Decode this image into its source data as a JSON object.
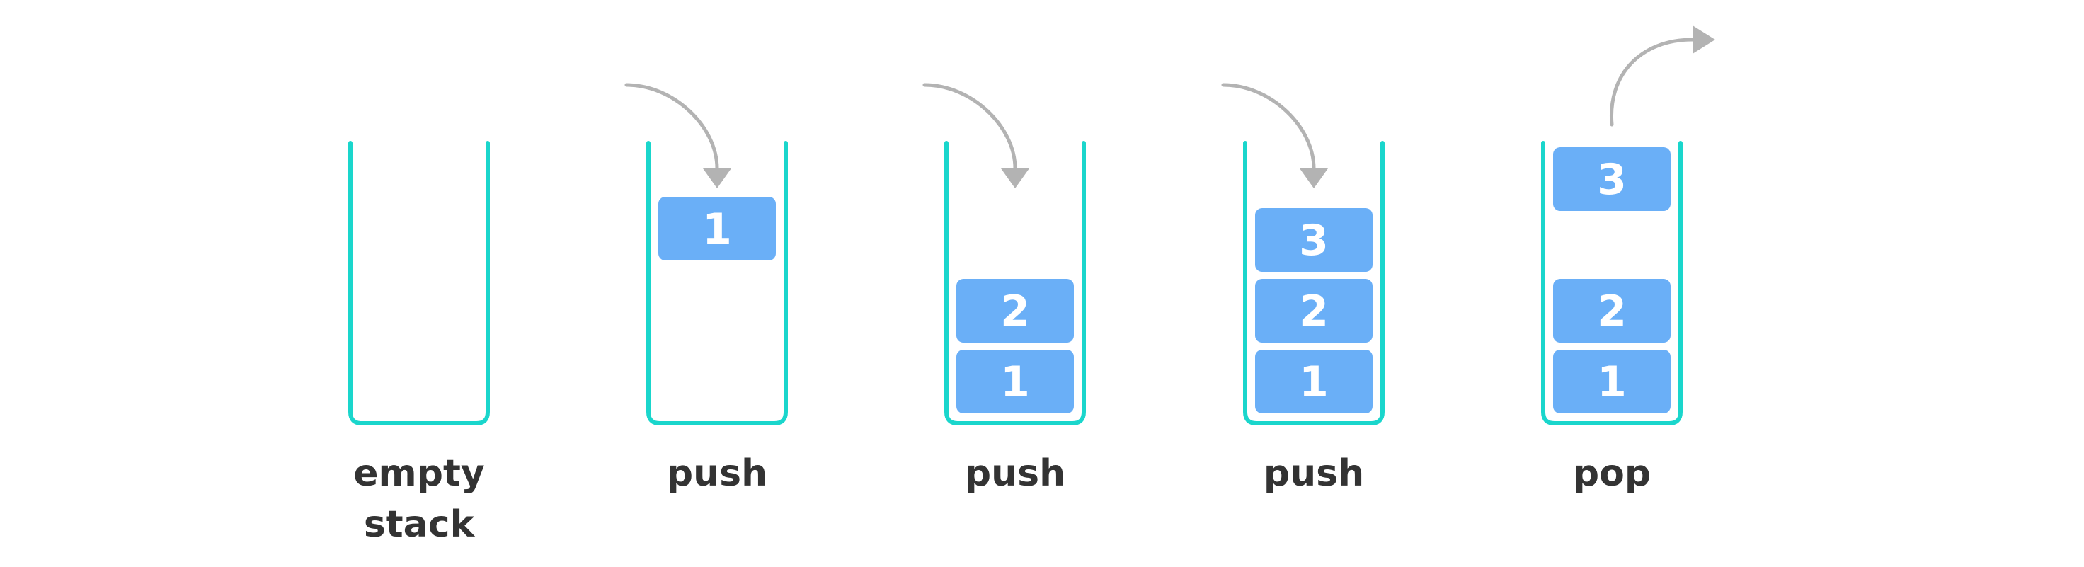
{
  "colors": {
    "container_stroke": "#1ad6cc",
    "block_fill": "#6aaff7",
    "block_text": "#ffffff",
    "arrow": "#b3b3b3",
    "label_text": "#333333",
    "background": "#ffffff"
  },
  "stacks": [
    {
      "caption_lines": [
        "empty",
        "stack"
      ],
      "blocks": [],
      "floating_block": null,
      "arrow": "none"
    },
    {
      "caption_lines": [
        "push"
      ],
      "blocks": [],
      "floating_block": "1",
      "arrow": "push-in"
    },
    {
      "caption_lines": [
        "push"
      ],
      "blocks": [
        "1",
        "2"
      ],
      "floating_block": null,
      "arrow": "push-in"
    },
    {
      "caption_lines": [
        "push"
      ],
      "blocks": [
        "1",
        "2",
        "3"
      ],
      "floating_block": null,
      "arrow": "push-in"
    },
    {
      "caption_lines": [
        "pop"
      ],
      "blocks": [
        "1",
        "2"
      ],
      "floating_block": "3",
      "arrow": "pop-out"
    }
  ]
}
